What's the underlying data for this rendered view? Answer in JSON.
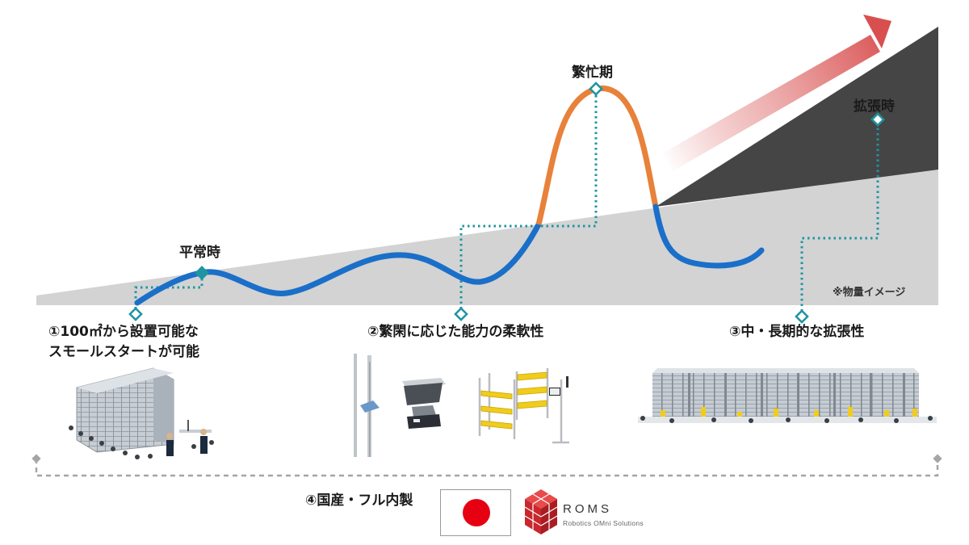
{
  "phases": {
    "normal": "平常時",
    "busy": "繁忙期",
    "expansion": "拡張時"
  },
  "note": "※物量イメージ",
  "features": {
    "f1_line1": "①100㎡から設置可能な",
    "f1_line2": "スモールスタートが可能",
    "f2": "②繁閑に応じた能力の柔軟性",
    "f3": "③中・長期的な拡張性",
    "f4": "④国産・フル内製"
  },
  "brand": {
    "name": "ROMS",
    "tagline": "Robotics OMni Solutions"
  },
  "colors": {
    "curve_blue": "#1a6fc9",
    "curve_orange": "#e8813a",
    "dotted_teal": "#1f95a1",
    "wedge_gray": "#d3d3d3",
    "dark_gray": "#454545",
    "arrow_red": "#d94f4f",
    "flag_red": "#e60012"
  },
  "icons": [
    "diamond-marker",
    "red-arrow",
    "japan-flag",
    "roms-logo"
  ]
}
